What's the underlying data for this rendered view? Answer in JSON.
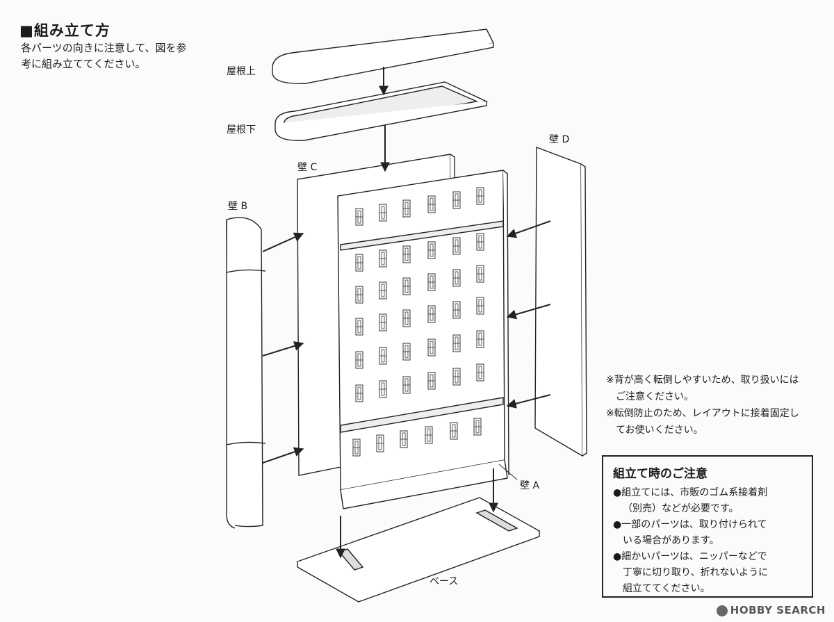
{
  "title": "■組み立て方",
  "intro": "各パーツの向きに注意して、図を参考に組み立ててください。",
  "labels": {
    "roof_top": "屋根上",
    "roof_bottom": "屋根下",
    "wall_a": "壁 A",
    "wall_b": "壁 B",
    "wall_c": "壁 C",
    "wall_d": "壁 D",
    "base": "ベース"
  },
  "note": {
    "line1": "※背が高く転倒しやすいため、取り扱いには",
    "line2": "ご注意ください。",
    "line3": "※転倒防止のため、レイアウトに接着固定し",
    "line4": "てお使いください。"
  },
  "caution": {
    "title": "組立て時のご注意",
    "lines": [
      "●組立てには、市販のゴム系接着剤",
      "（別売）などが必要です。",
      "●一部のパーツは、取り付けられて",
      "いる場合があります。",
      "●細かいパーツは、ニッパーなどで",
      "丁寧に切り取り、折れないように",
      "組立ててください。"
    ]
  },
  "watermark": "HOBBY SEARCH"
}
